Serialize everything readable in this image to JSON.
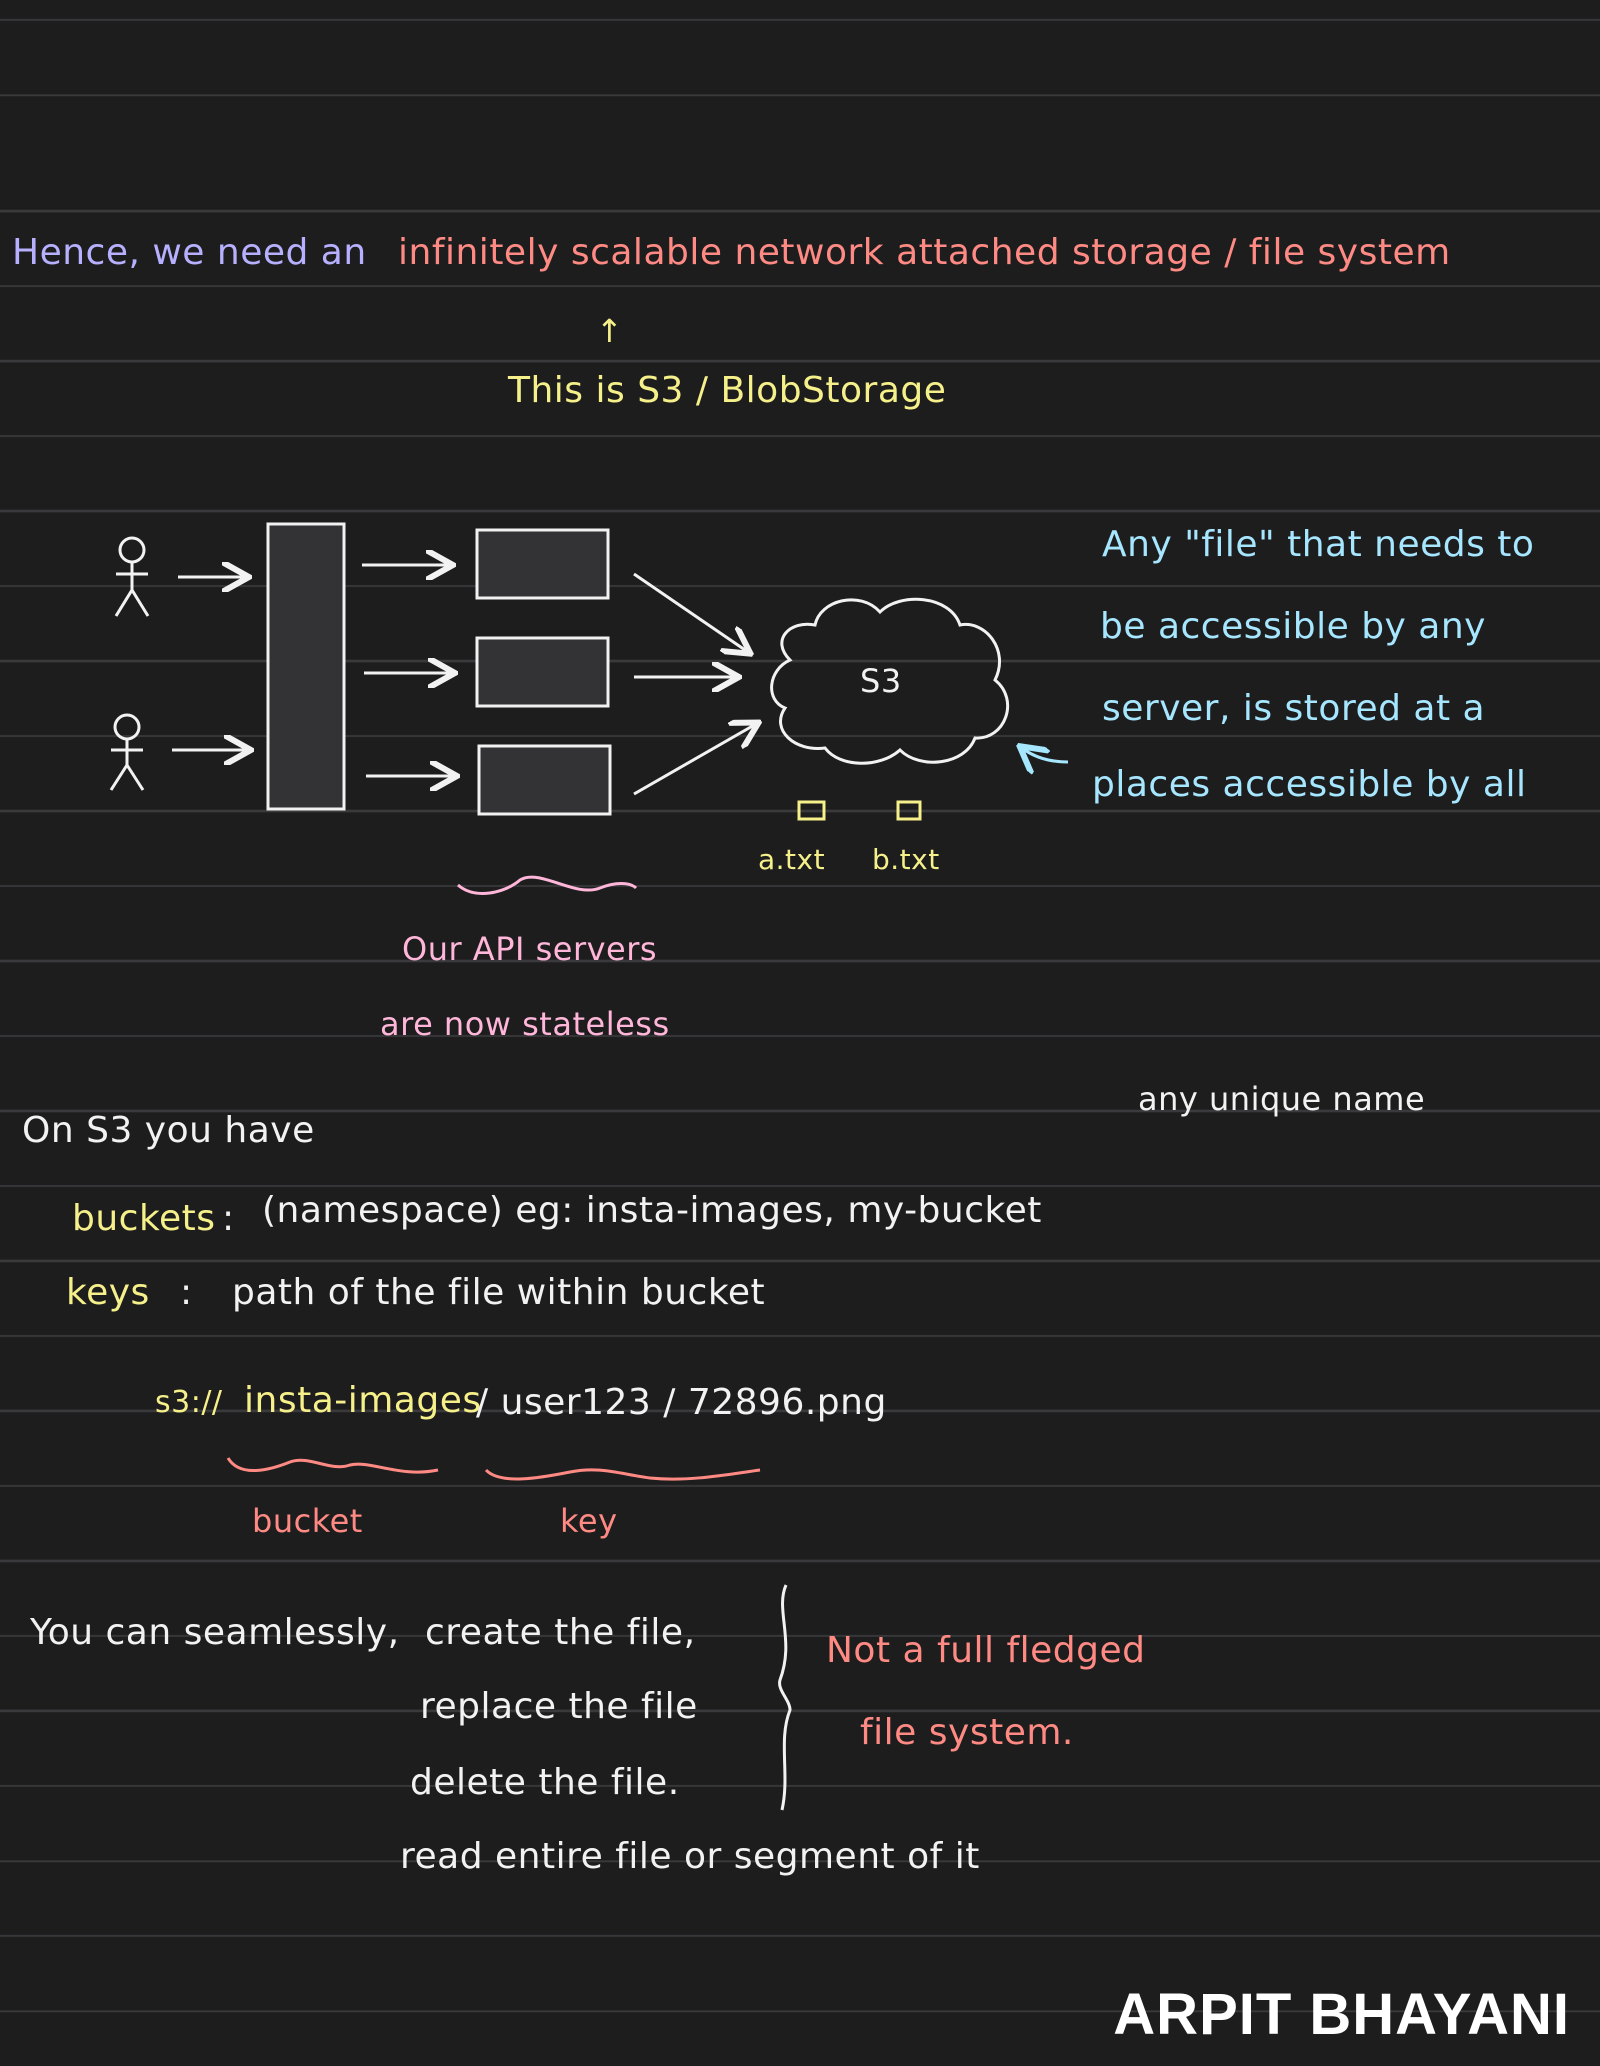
{
  "header": {
    "line_prefix": "Hence, we need an",
    "line_highlight": "infinitely scalable network attached storage / file system",
    "arrow": "↑",
    "note": "This is S3 / BlobStorage"
  },
  "diagram": {
    "cloud_label": "S3",
    "files": [
      "a.txt",
      "b.txt"
    ],
    "servers_note": [
      "Our API servers",
      "are now stateless"
    ],
    "side_note": [
      "Any \"file\" that needs to",
      "be accessible by any",
      "server, is stored at a",
      "places accessible by all"
    ]
  },
  "s3_section": {
    "intro": "On S3 you have",
    "annotation": "any unique name",
    "buckets_label": "buckets",
    "buckets_sep": ":",
    "buckets_desc": "(namespace) eg: insta-images, my-bucket",
    "keys_label": "keys",
    "keys_sep": ":",
    "keys_desc": "path of the file within bucket",
    "url_scheme": "s3://",
    "url_bucket": "insta-images",
    "url_rest": "/ user123 / 72896.png",
    "bucket_caption": "bucket",
    "key_caption": "key"
  },
  "ops": {
    "intro": "You can seamlessly,",
    "items": [
      "create the file,",
      "replace the file",
      "delete the file.",
      "read entire file or segment of it"
    ],
    "note": [
      "Not a full fledged",
      "file system."
    ]
  },
  "brand": "ARPIT BHAYANI",
  "colors": {
    "background": "#1d1d1e",
    "purple": "#b6b0ff",
    "red": "#ff8a84",
    "yellow": "#f6f08a",
    "cyan": "#a6e6ff",
    "pink": "#ffb6d9",
    "white": "#f2f2f2"
  }
}
